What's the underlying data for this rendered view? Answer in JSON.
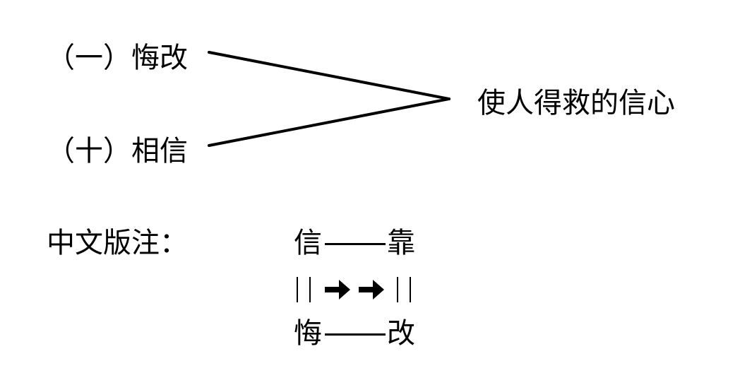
{
  "diagram": {
    "branch_top": "（一）悔改",
    "branch_bottom": "（十）相信",
    "result": "使人得救的信心",
    "note_label": "中文版注：",
    "note": {
      "top_left": "信",
      "top_right": "靠",
      "bottom_left": "悔",
      "bottom_right": "改"
    }
  }
}
